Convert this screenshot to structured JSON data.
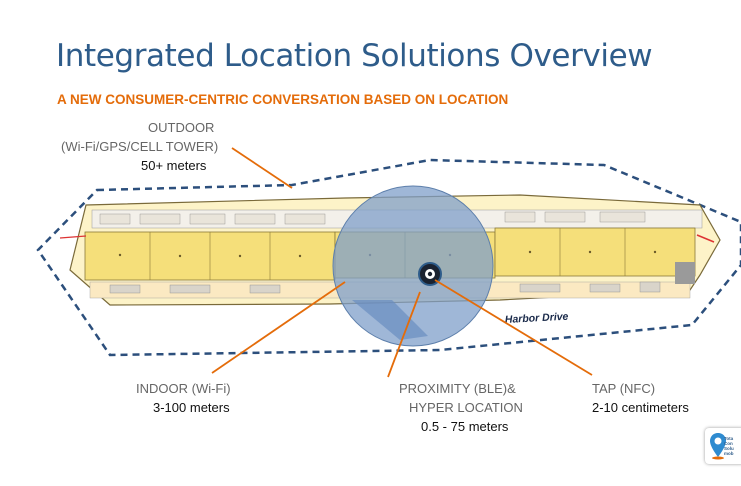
{
  "title": "Integrated Location Solutions Overview",
  "subtitle": "A NEW CONSUMER-CENTRIC CONVERSATION BASED ON LOCATION",
  "outdoor": {
    "label_1": "OUTDOOR",
    "label_2": "(Wi-Fi/GPS/CELL TOWER)",
    "range": "50+ meters"
  },
  "indoor": {
    "label": "INDOOR (Wi-Fi)",
    "range": "3-100 meters"
  },
  "proximity": {
    "label_1": "PROXIMITY (BLE)&",
    "label_2": "HYPER LOCATION",
    "range": "0.5 - 75 meters"
  },
  "tap": {
    "label": "TAP (NFC)",
    "range": "2-10 centimeters"
  },
  "map": {
    "street_label": "Harbor Drive"
  },
  "logo": {
    "line_1": "Tota",
    "line_2": "Con",
    "line_3": "Solu",
    "line_4": "mob"
  },
  "colors": {
    "title": "#2e5c8a",
    "accent": "#e46c0a",
    "boundary": "#2c4f7c",
    "floor": "#f5df7a",
    "circle": "#7f9fc9"
  }
}
